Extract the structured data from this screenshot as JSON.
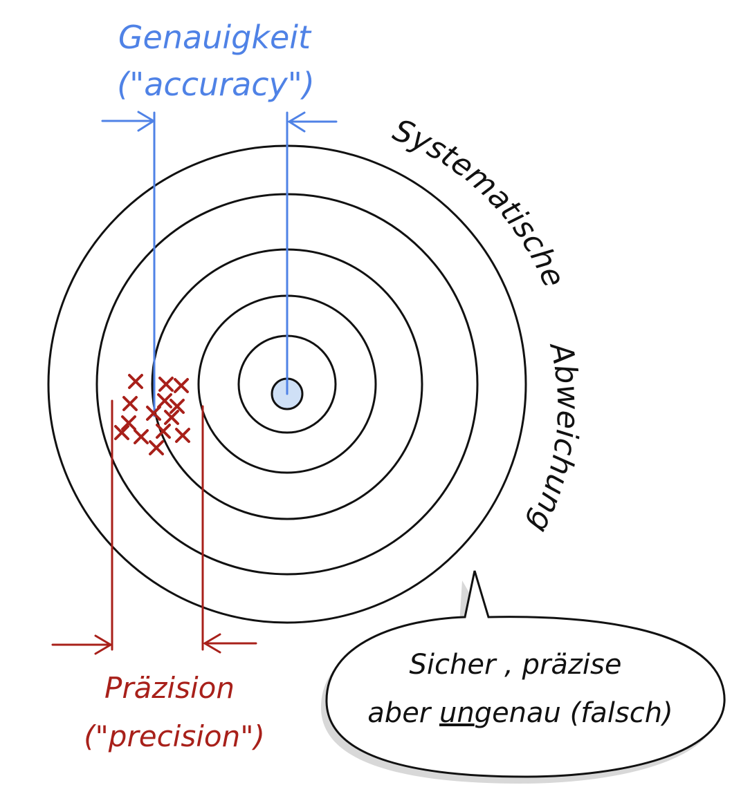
{
  "accuracy": {
    "title": "Genauigkeit",
    "subtitle": "(\"accuracy\")",
    "color": "#4f82e6"
  },
  "precision": {
    "title": "Präzision",
    "subtitle": "(\"precision\")",
    "color": "#a8201a"
  },
  "bias": {
    "word1": "Systematische",
    "word2": "Abweichung"
  },
  "bubble": {
    "line1": "Sicher , präzise",
    "line2_pre": "aber ",
    "line2_under": "un",
    "line2_post": "genau (falsch)"
  },
  "target": {
    "rings": 5,
    "bullseye_color": "#cfe0f6"
  }
}
